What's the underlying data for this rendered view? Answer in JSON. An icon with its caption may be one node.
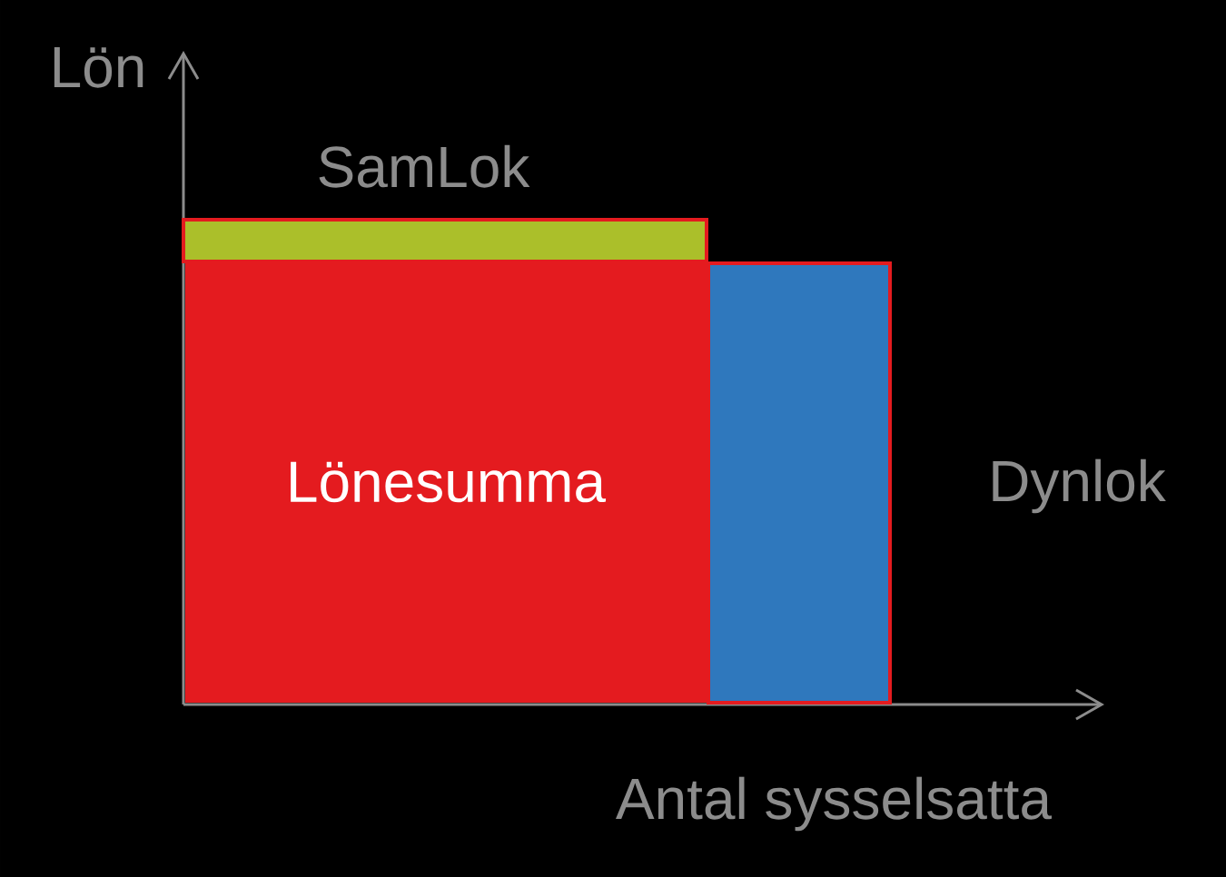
{
  "diagram": {
    "nodes": [
      {
        "text": [
          "SamLok"
        ]
      },
      {
        "text": [
          "Lönesumma"
        ]
      },
      {
        "text": [],
        "shape": "box",
        "beside": [
          "Dynlok"
        ]
      }
    ],
    "labels": [
      "Lön",
      "Antal sysselsatta"
    ]
  }
}
